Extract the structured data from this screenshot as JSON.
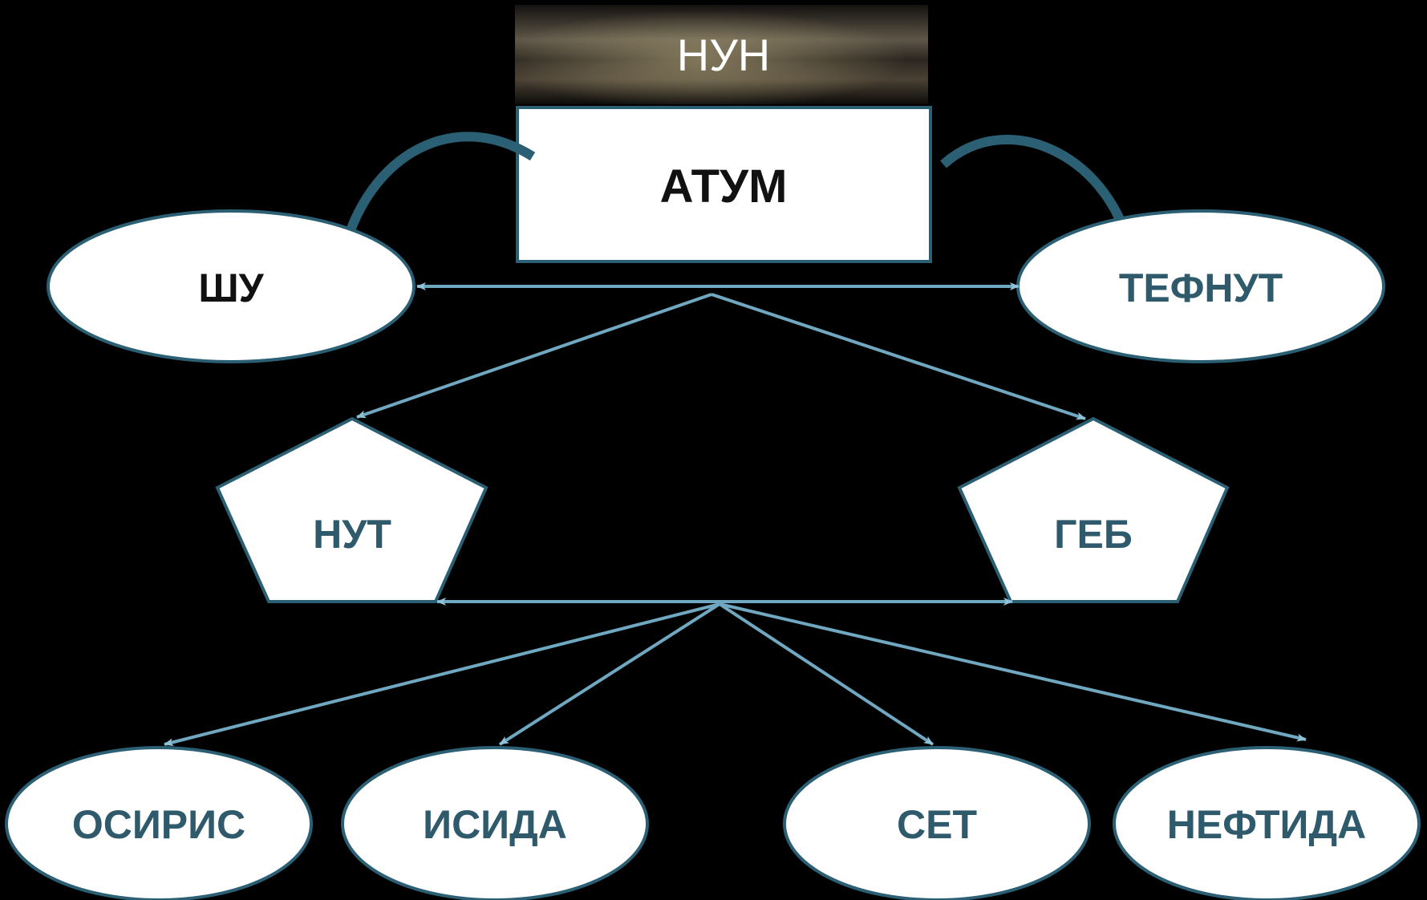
{
  "diagram": {
    "background_color": "#000000",
    "accent_color": "#6fa8c0",
    "dark_arrow_color": "#2b5f74",
    "label_color": "#2e5a6b",
    "nodes": {
      "nun": {
        "label": "НУН",
        "shape": "rectangle-image"
      },
      "atum": {
        "label": "АТУМ",
        "shape": "rectangle"
      },
      "shu": {
        "label": "ШУ",
        "shape": "ellipse"
      },
      "tefnut": {
        "label": "ТЕФНУТ",
        "shape": "ellipse"
      },
      "nut": {
        "label": "НУТ",
        "shape": "pentagon"
      },
      "geb": {
        "label": "ГЕБ",
        "shape": "pentagon"
      },
      "osiris": {
        "label": "ОСИРИС",
        "shape": "ellipse"
      },
      "isis": {
        "label": "ИСИДА",
        "shape": "ellipse"
      },
      "set": {
        "label": "СЕТ",
        "shape": "ellipse"
      },
      "nephthys": {
        "label": "НЕФТИДА",
        "shape": "ellipse"
      }
    },
    "edges": [
      {
        "from": "atum",
        "to": "shu",
        "style": "curved-dark"
      },
      {
        "from": "atum",
        "to": "tefnut",
        "style": "curved-dark"
      },
      {
        "from": "shu",
        "to": "tefnut",
        "style": "double-arrow"
      },
      {
        "from": "shu-tefnut",
        "to": "nut",
        "style": "arrow"
      },
      {
        "from": "shu-tefnut",
        "to": "geb",
        "style": "arrow"
      },
      {
        "from": "nut",
        "to": "geb",
        "style": "double-arrow"
      },
      {
        "from": "nut-geb",
        "to": "osiris",
        "style": "arrow"
      },
      {
        "from": "nut-geb",
        "to": "isis",
        "style": "arrow"
      },
      {
        "from": "nut-geb",
        "to": "set",
        "style": "arrow"
      },
      {
        "from": "nut-geb",
        "to": "nephthys",
        "style": "arrow"
      }
    ]
  }
}
